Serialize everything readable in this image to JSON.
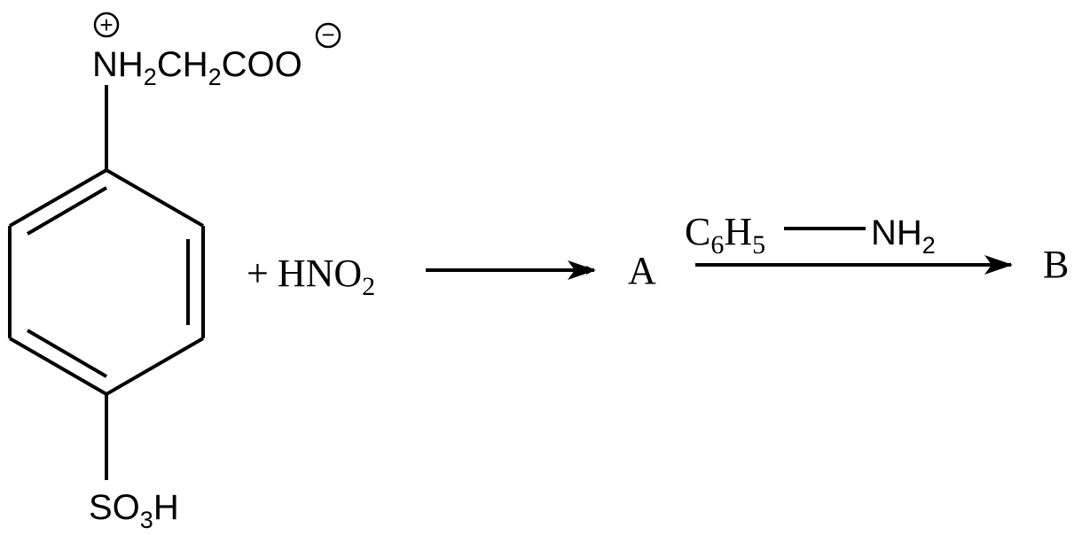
{
  "reactant": {
    "top_group": {
      "n_atom": "NH",
      "n_sub": "2",
      "chain": "CH",
      "chain_sub": "2",
      "carboxylate": "COO",
      "positive_charge": "+",
      "negative_charge": "−"
    },
    "bottom_group": {
      "s_atom": "SO",
      "s_sub": "3",
      "h_atom": "H"
    }
  },
  "reagent_1": {
    "plus": "+",
    "formula": "HNO",
    "formula_sub": "2"
  },
  "intermediate": {
    "label": "A"
  },
  "reagent_2": {
    "c_atom": "C",
    "c_sub": "6",
    "h_atom": "H",
    "h_sub": "5",
    "amine": "NH",
    "amine_sub": "2"
  },
  "product": {
    "label": "B"
  }
}
